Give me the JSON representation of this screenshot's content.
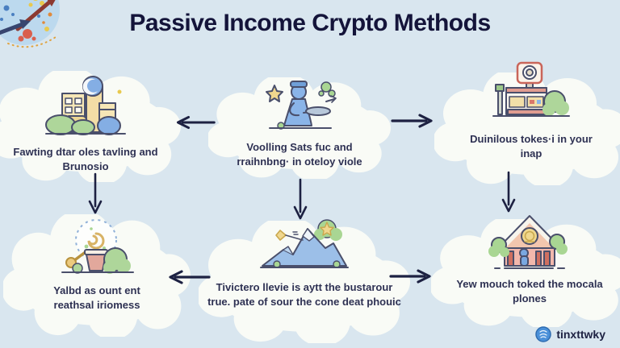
{
  "title": "Passive Income Crypto Methods",
  "brand": {
    "corner_logo_icon": "paint-splash-arrows-badge-icon",
    "watermark_icon": "blue-coin-badge-icon",
    "watermark_label": "tinxttwky"
  },
  "colors": {
    "background": "#d9e6ef",
    "cloud": "#f9fbf6",
    "title_text": "#14143a",
    "node_text": "#2e3153",
    "arrow": "#1d2142",
    "illustration_outline": "#4a4f6b",
    "illustration_blue": "#8ab4e8",
    "illustration_green": "#aed69a",
    "illustration_yellow": "#f2dfa8",
    "illustration_red": "#e8a096",
    "watermark_blue": "#4a90d9"
  },
  "nodes": [
    {
      "icon": "city-buildings-icon",
      "label": "Fawting dtar oles tavling and Brunosio"
    },
    {
      "icon": "gold-panning-miner-icon",
      "label": "Voolling Sats fuc and rraihnbng· in oteloy viole"
    },
    {
      "icon": "storefront-camera-icon",
      "label": "Duinilous tokes·i in your inap"
    },
    {
      "icon": "pot-magnifier-icon",
      "label": "Yalbd as ount ent reathsal iriomess"
    },
    {
      "icon": "mountain-peak-icon",
      "label": "Tivictero llevie is aytt the bustarour true. pate of sour the cone deat phouic"
    },
    {
      "icon": "house-coin-icon",
      "label": "Yew mouch toked the mocala plones"
    }
  ],
  "arrows": [
    {
      "id": "top-center-to-left",
      "direction": "left"
    },
    {
      "id": "top-center-to-right",
      "direction": "right"
    },
    {
      "id": "left-column-down",
      "direction": "down"
    },
    {
      "id": "center-column-down",
      "direction": "down"
    },
    {
      "id": "right-column-down",
      "direction": "down"
    },
    {
      "id": "bottom-center-to-left",
      "direction": "left"
    },
    {
      "id": "bottom-center-to-right",
      "direction": "right"
    }
  ]
}
